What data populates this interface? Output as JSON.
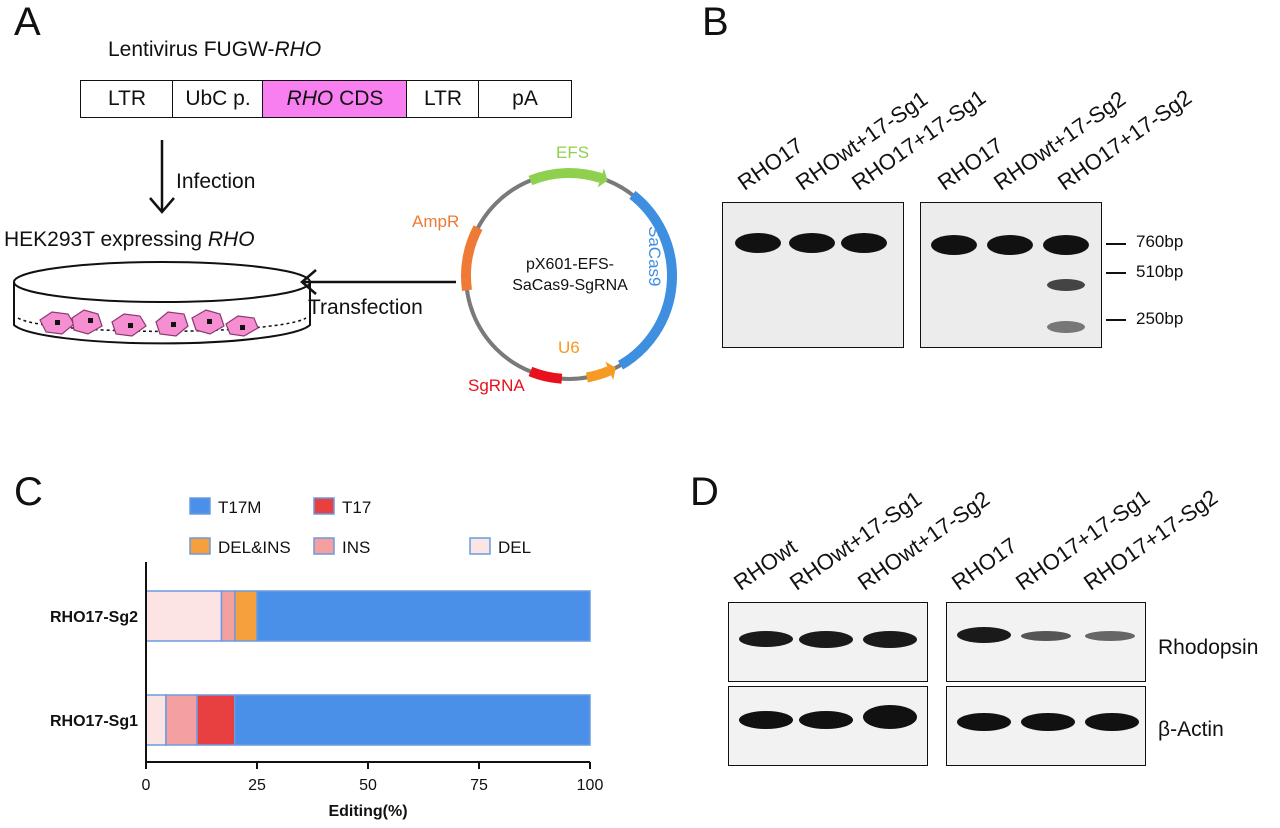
{
  "panelA": {
    "letter": "A",
    "construct_title_prefix": "Lentivirus FUGW-",
    "construct_title_italic": "RHO",
    "segments": [
      {
        "label": "LTR"
      },
      {
        "label": "UbC p."
      },
      {
        "label_italic": "RHO",
        "label_rest": " CDS",
        "highlight": "#f77ff0"
      },
      {
        "label": "LTR"
      },
      {
        "label": "pA"
      }
    ],
    "infection_label": "Infection",
    "cell_label_prefix": "HEK293T expressing ",
    "cell_label_italic": "RHO",
    "transfection_label": "Transfection",
    "plasmid": {
      "name_line1": "pX601-EFS-",
      "name_line2": "SaCas9-SgRNA",
      "features": [
        {
          "label": "EFS",
          "color": "#8fd14f"
        },
        {
          "label": "SaCas9",
          "color": "#3f8fe0"
        },
        {
          "label": "U6",
          "color": "#f59a23"
        },
        {
          "label": "SgRNA",
          "color": "#e8101c"
        },
        {
          "label": "AmpR",
          "color": "#ee7a35"
        }
      ]
    }
  },
  "panelB": {
    "letter": "B",
    "lanes_left": [
      "RHO17",
      "RHOwt+17-Sg1",
      "RHO17+17-Sg1"
    ],
    "lanes_right": [
      "RHO17",
      "RHOwt+17-Sg2",
      "RHO17+17-Sg2"
    ],
    "size_markers": [
      "760bp",
      "510bp",
      "250bp"
    ]
  },
  "panelC": {
    "letter": "C",
    "legend": [
      {
        "name": "T17M",
        "color": "#4a90e8"
      },
      {
        "name": "T17",
        "color": "#e84040"
      },
      {
        "name": "DEL&INS",
        "color": "#f5a03c"
      },
      {
        "name": "INS",
        "color": "#f4a0a0"
      },
      {
        "name": "DEL",
        "color": "#fde4e4"
      }
    ]
  },
  "chart_data": {
    "type": "bar",
    "orientation": "horizontal",
    "stacked": true,
    "categories": [
      "RHO17-Sg2",
      "RHO17-Sg1"
    ],
    "series": [
      {
        "name": "DEL",
        "values": [
          17,
          4.5
        ]
      },
      {
        "name": "INS",
        "values": [
          3,
          7
        ]
      },
      {
        "name": "DEL&INS",
        "values": [
          5,
          0
        ]
      },
      {
        "name": "T17",
        "values": [
          0,
          8.5
        ]
      },
      {
        "name": "T17M",
        "values": [
          75,
          80
        ]
      }
    ],
    "xlabel": "Editing(%)",
    "xlim": [
      0,
      100
    ],
    "xticks": [
      "0",
      "25",
      "50",
      "75",
      "100"
    ]
  },
  "panelD": {
    "letter": "D",
    "lanes_left": [
      "RHOwt",
      "RHOwt+17-Sg1",
      "RHOwt+17-Sg2"
    ],
    "lanes_right": [
      "RHO17",
      "RHO17+17-Sg1",
      "RHO17+17-Sg2"
    ],
    "row_labels": [
      "Rhodopsin",
      "β-Actin"
    ]
  }
}
